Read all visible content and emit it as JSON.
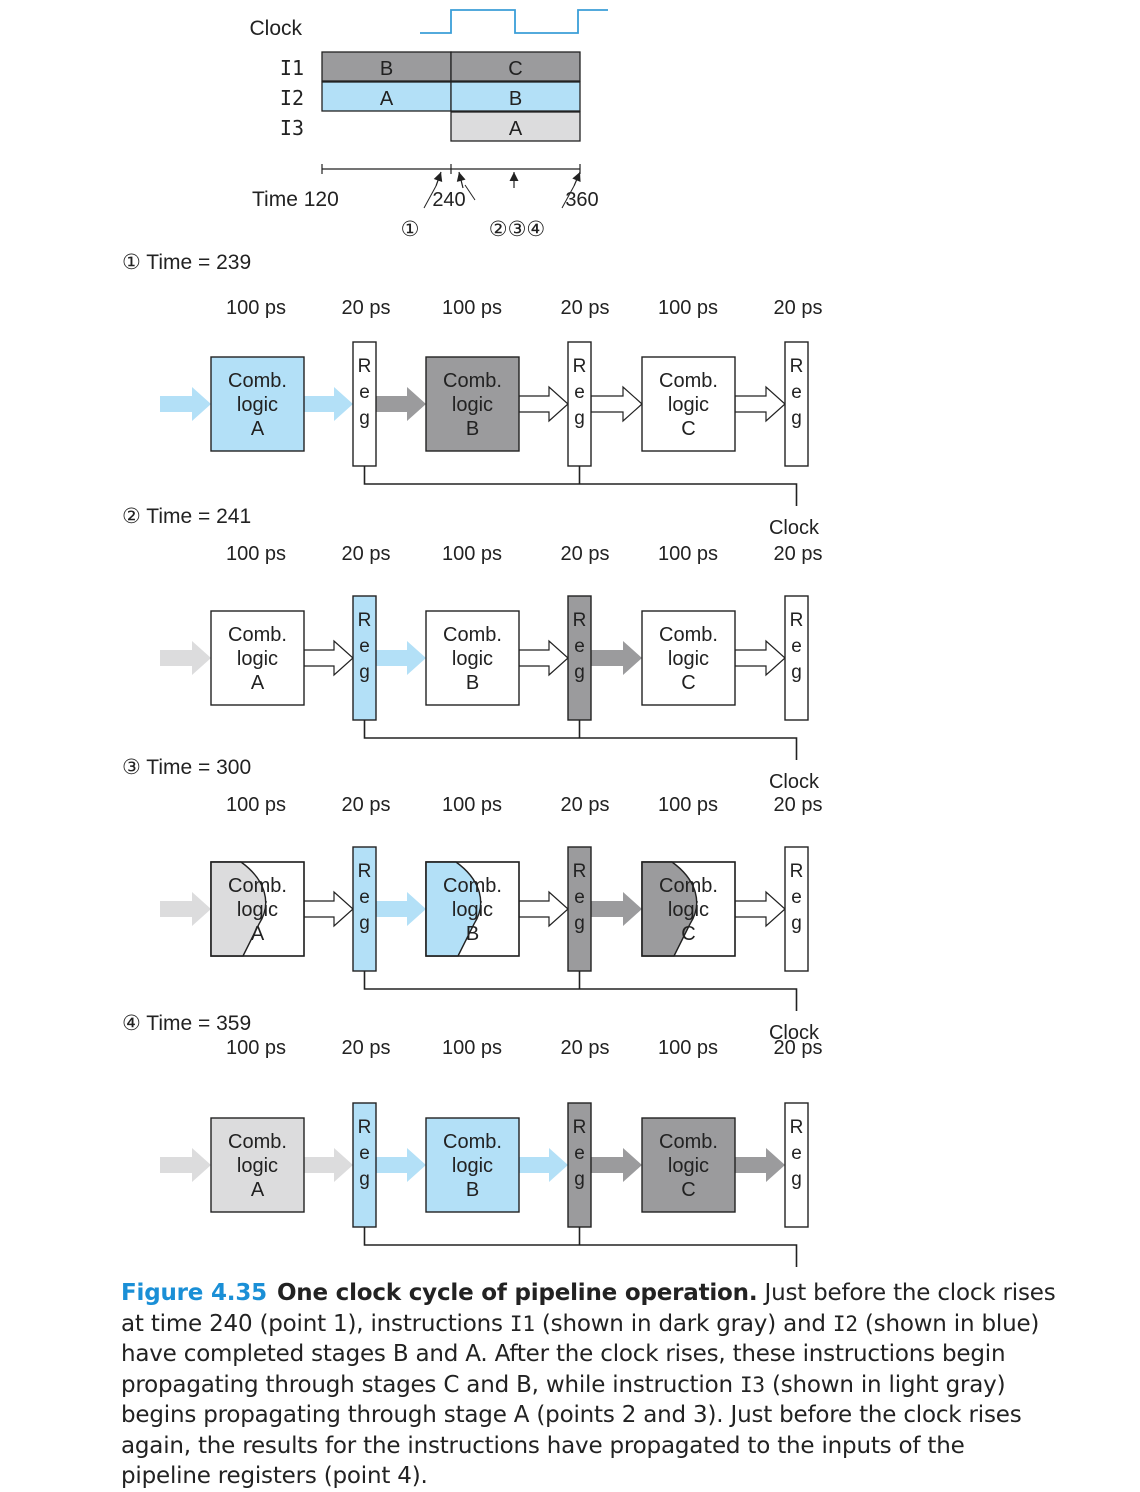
{
  "colors": {
    "blue": "#b3e0f7",
    "dark_gray": "#9b9b9d",
    "light_gray": "#dcdcdd",
    "white": "#ffffff",
    "line": "#222222",
    "signal": "#3b9ed8",
    "caption_blue": "#1a8fd6"
  },
  "timing": {
    "clock_label": "Clock",
    "rows": [
      {
        "label": "I1",
        "segments": [
          {
            "text": "B",
            "fill": "dark_gray"
          },
          {
            "text": "C",
            "fill": "dark_gray"
          }
        ]
      },
      {
        "label": "I2",
        "segments": [
          {
            "text": "A",
            "fill": "blue"
          },
          {
            "text": "B",
            "fill": "blue"
          }
        ]
      },
      {
        "label": "I3",
        "segments": [
          {
            "text": "A",
            "fill": "light_gray"
          }
        ]
      }
    ],
    "time_label": "Time 120",
    "tick_240": "240",
    "tick_360": "360",
    "point_1": "①",
    "points_234": "②③④"
  },
  "stage_labels": {
    "comb_delay": "100 ps",
    "reg_delay": "20 ps",
    "comb_text": "Comb.",
    "logic_text": "logic",
    "reg_letters": [
      "R",
      "e",
      "g"
    ],
    "clock": "Clock"
  },
  "snapshots": [
    {
      "heading": "① Time = 239",
      "input_arrow": "blue",
      "combs": [
        {
          "letter": "A",
          "fill": "blue"
        },
        {
          "letter": "B",
          "fill": "dark_gray"
        },
        {
          "letter": "C",
          "fill": "white"
        }
      ],
      "arrows": [
        "blue",
        "dark_gray",
        "white",
        "white",
        "white"
      ],
      "regs": [
        "white",
        "white",
        "white"
      ]
    },
    {
      "heading": "② Time = 241",
      "input_arrow": "light_gray",
      "combs": [
        {
          "letter": "A",
          "fill": "white"
        },
        {
          "letter": "B",
          "fill": "white"
        },
        {
          "letter": "C",
          "fill": "white"
        }
      ],
      "arrows": [
        "white",
        "blue",
        "white",
        "dark_gray",
        "white"
      ],
      "regs": [
        "blue",
        "dark_gray",
        "white"
      ]
    },
    {
      "heading": "③ Time = 300",
      "input_arrow": "light_gray",
      "combs": [
        {
          "letter": "A",
          "fill": "white",
          "wave": "light_gray"
        },
        {
          "letter": "B",
          "fill": "white",
          "wave": "blue"
        },
        {
          "letter": "C",
          "fill": "white",
          "wave": "dark_gray"
        }
      ],
      "arrows": [
        "white",
        "blue",
        "white",
        "dark_gray",
        "white"
      ],
      "regs": [
        "blue",
        "dark_gray",
        "white"
      ]
    },
    {
      "heading": "④ Time = 359",
      "input_arrow": "light_gray",
      "combs": [
        {
          "letter": "A",
          "fill": "light_gray"
        },
        {
          "letter": "B",
          "fill": "blue"
        },
        {
          "letter": "C",
          "fill": "dark_gray"
        }
      ],
      "arrows": [
        "light_gray",
        "blue",
        "blue",
        "dark_gray",
        "dark_gray"
      ],
      "regs": [
        "blue",
        "dark_gray",
        "white"
      ]
    }
  ],
  "caption": {
    "figure_label": "Figure 4.35",
    "title": "One clock cycle of pipeline operation.",
    "t1": " Just before the clock rises at time 240 (point 1), instructions ",
    "c1": "I1",
    "t2": " (shown in dark gray) and ",
    "c2": "I2",
    "t3": " (shown in blue) have completed stages B and A. After the clock rises, these instructions begin propagating through stages C and B, while instruction ",
    "c3": "I3",
    "t4": " (shown in light gray) begins propagating through stage A (points 2 and 3). Just before the clock rises again, the results for the instructions have propagated to the inputs of the pipeline registers (point 4)."
  }
}
